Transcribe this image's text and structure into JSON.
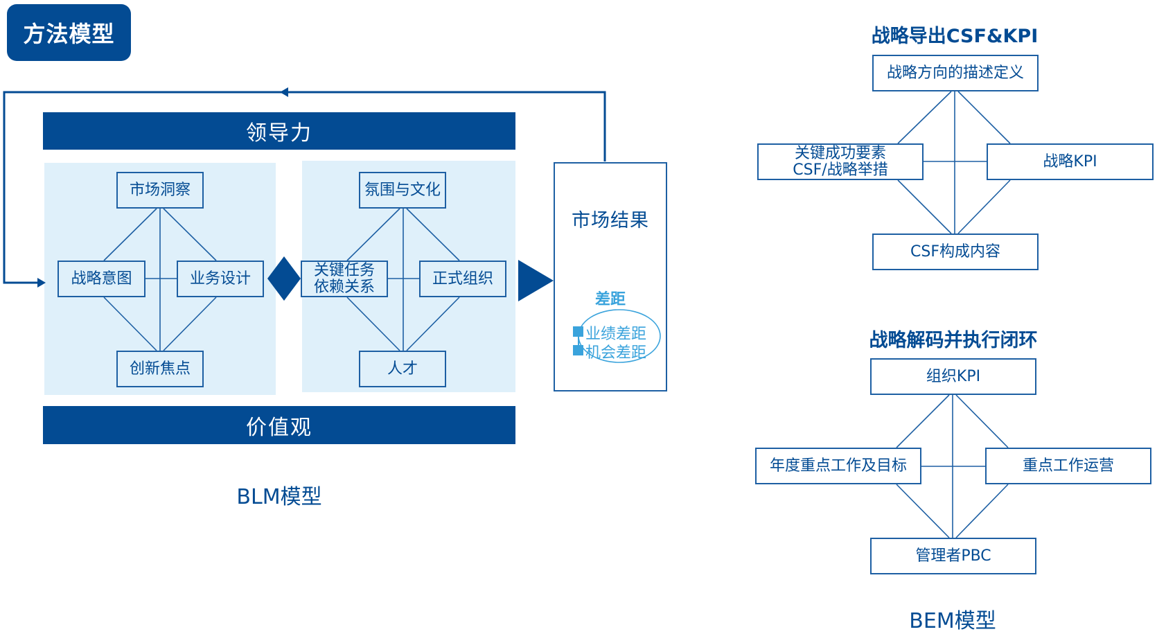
{
  "header": {
    "badge_label": "方法模型"
  },
  "blm": {
    "leadership_label": "领导力",
    "values_label": "价值观",
    "caption": "BLM模型",
    "strategy_group": {
      "top": "市场洞察",
      "left": "战略意图",
      "right": "业务设计",
      "bottom": "创新焦点"
    },
    "execution_group": {
      "top": "氛围与文化",
      "left": "关键任务\n依赖关系",
      "left_line1": "关键任务",
      "left_line2": "依赖关系",
      "right": "正式组织",
      "bottom": "人才"
    },
    "market_result": {
      "title": "市场结果",
      "gap_title": "差距",
      "gap_items": [
        "业绩差距",
        "机会差距"
      ]
    }
  },
  "bem": {
    "caption": "BEM模型",
    "csf_kpi": {
      "title": "战略导出CSF&KPI",
      "top": "战略方向的描述定义",
      "left_line1": "关键成功要素",
      "left_line2": "CSF/战略举措",
      "right": "战略KPI",
      "bottom": "CSF构成内容"
    },
    "decode_loop": {
      "title": "战略解码并执行闭环",
      "top": "组织KPI",
      "left": "年度重点工作及目标",
      "right": "重点工作运营",
      "bottom": "管理者PBC"
    }
  },
  "colors": {
    "primary": "#034b93",
    "line": "#1d5fa3",
    "panel": "#dff0fa",
    "accent": "#3aa3dc"
  }
}
